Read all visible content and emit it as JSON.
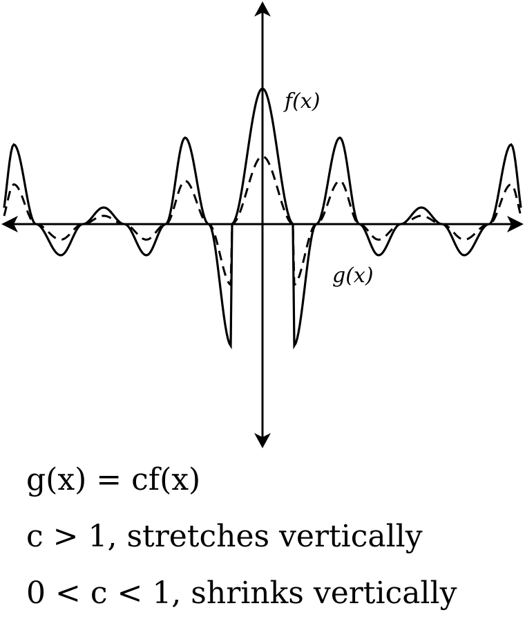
{
  "labels": {
    "f_curve": "f(x)",
    "g_curve": "g(x)"
  },
  "caption": {
    "equation": "g(x) = cf(x)",
    "stretch": "c > 1, stretches vertically",
    "shrink": "0 < c < 1, shrinks vertically"
  },
  "colors": {
    "stroke": "#000000",
    "background": "#ffffff"
  }
}
